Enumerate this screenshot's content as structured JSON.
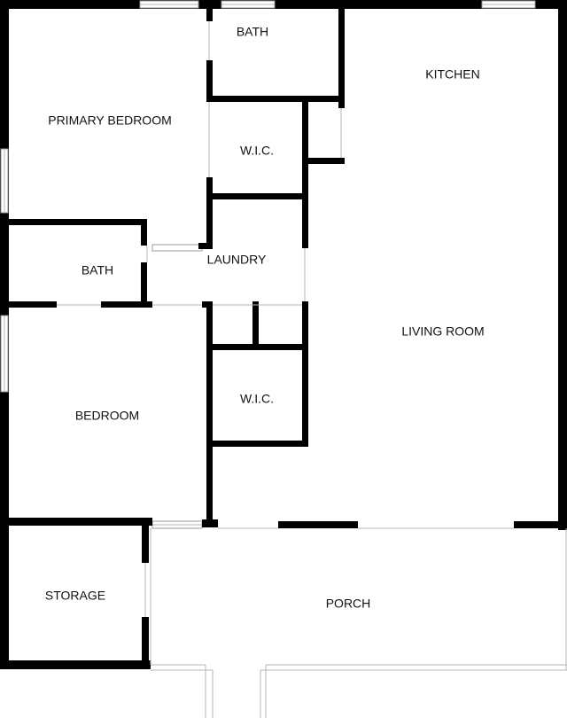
{
  "plan": {
    "rooms": [
      {
        "id": "bath-top",
        "label": "BATH"
      },
      {
        "id": "kitchen",
        "label": "KITCHEN"
      },
      {
        "id": "primary-bedroom",
        "label": "PRIMARY BEDROOM"
      },
      {
        "id": "wic-top",
        "label": "W.I.C."
      },
      {
        "id": "laundry",
        "label": "LAUNDRY"
      },
      {
        "id": "bath-left",
        "label": "BATH"
      },
      {
        "id": "living-room",
        "label": "LIVING ROOM"
      },
      {
        "id": "wic-bottom",
        "label": "W.I.C."
      },
      {
        "id": "bedroom",
        "label": "BEDROOM"
      },
      {
        "id": "storage",
        "label": "STORAGE"
      },
      {
        "id": "porch",
        "label": "PORCH"
      }
    ],
    "colors": {
      "wall": "#000000",
      "background": "#ffffff",
      "window_frame": "#9a9a9a",
      "thin_line": "#b5b5b5"
    }
  }
}
